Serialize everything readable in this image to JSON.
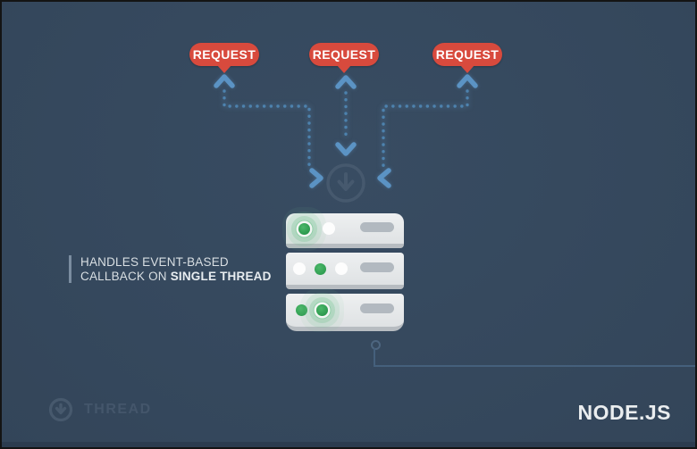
{
  "requests": [
    {
      "label": "REQUEST"
    },
    {
      "label": "REQUEST"
    },
    {
      "label": "REQUEST"
    }
  ],
  "annotation": {
    "line1": "HANDLES EVENT-BASED",
    "line2_prefix": "CALLBACK ON ",
    "line2_bold": "SINGLE THREAD"
  },
  "server": {
    "rows": [
      {
        "lights": [
          "green-glow",
          "white"
        ]
      },
      {
        "lights": [
          "white",
          "green",
          "white"
        ]
      },
      {
        "lights": [
          "green",
          "green-glow"
        ]
      }
    ]
  },
  "legend": {
    "label": "THREAD"
  },
  "brand": {
    "label": "NODE.JS"
  },
  "colors": {
    "background": "#36495e",
    "request_red": "#d84a3d",
    "arrow_blue": "#4d82ae",
    "arrow_bright_blue": "#5b93c4",
    "hub_muted": "#46596e",
    "led_green": "#2fa14e",
    "server_face": "#e9ebec",
    "annotation_text": "#d9dfe3",
    "legend_muted": "#44566b",
    "brand_text": "#eaedef"
  }
}
